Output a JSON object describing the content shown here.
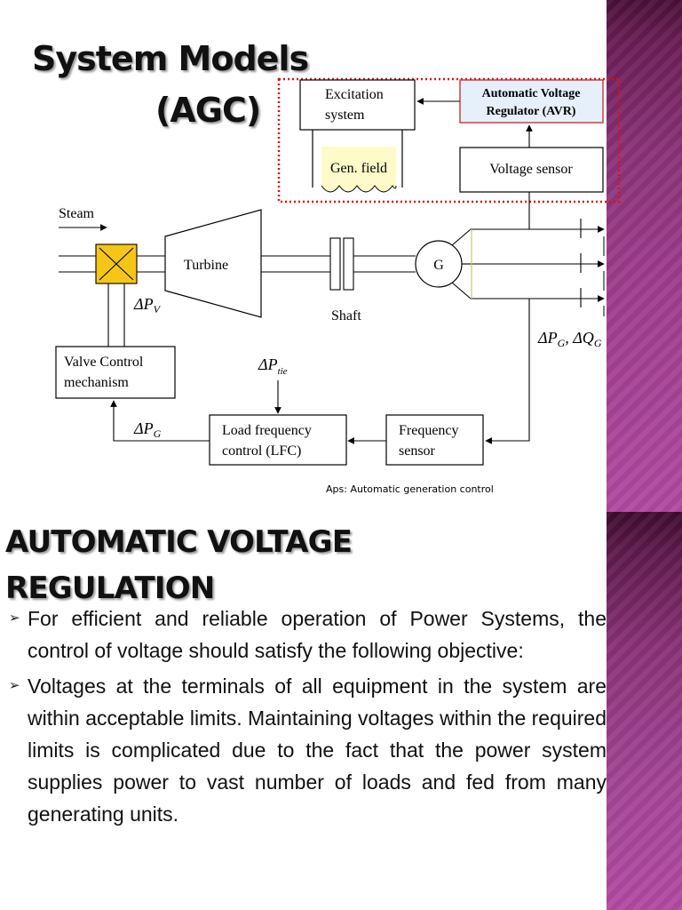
{
  "title": {
    "line1": "System Models",
    "line2": "(AGC)"
  },
  "diagram": {
    "excitation_system": [
      "Excitation",
      "system"
    ],
    "avr": [
      "Automatic Voltage",
      "Regulator (AVR)"
    ],
    "gen_field": "Gen. field",
    "voltage_sensor": "Voltage sensor",
    "steam": "Steam",
    "turbine": "Turbine",
    "generator": "G",
    "shaft": "Shaft",
    "valve_control": [
      "Valve Control",
      "mechanism"
    ],
    "lfc": [
      "Load frequency",
      "control (LFC)"
    ],
    "frequency_sensor": [
      "Frequency",
      "sensor"
    ],
    "delta_pv": {
      "sym": "ΔP",
      "sub": "V"
    },
    "delta_ptie": {
      "sym": "ΔP",
      "sub": "tie"
    },
    "delta_pg": {
      "sym": "ΔP",
      "sub": "G"
    },
    "delta_pg_qg": {
      "sym1": "ΔP",
      "sub1": "G",
      "sep": ", ",
      "sym2": "ΔQ",
      "sub2": "G"
    },
    "caption": "Aps: Automatic generation control",
    "colors": {
      "avr_fill": "#e6f0fb",
      "avr_border": "#cc2222",
      "dotted_border": "#dd1111",
      "valve_fill": "#f5c518",
      "gen_field_fill": "#fffbc8"
    }
  },
  "section": {
    "heading": [
      "AUTOMATIC VOLTAGE",
      "REGULATION"
    ]
  },
  "bullets": [
    "For efficient and reliable operation of Power Systems, the control of voltage should satisfy the following objective:",
    "Voltages at the terminals of all equipment in the system are within acceptable limits. Maintaining voltages within the required limits is complicated due to the fact that the power system supplies power to vast number of loads and fed from many generating units."
  ],
  "icons": {
    "bullet": "arrowhead-bullet-icon"
  }
}
